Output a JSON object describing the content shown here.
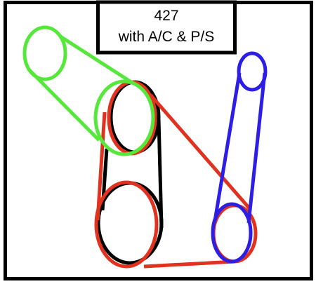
{
  "title": {
    "line1": "427",
    "line2": "with A/C & P/S"
  },
  "colors": {
    "frame": "#000000",
    "background": "#ffffff",
    "ac_belt": "#55e83a",
    "ps_belt": "#2d1ee6",
    "alternator_belt": "#e0321e",
    "water_pump_belt": "#000000"
  },
  "belts": [
    {
      "name": "ac-belt",
      "color": "green"
    },
    {
      "name": "power-steering-belt",
      "color": "blue"
    },
    {
      "name": "alternator-belt",
      "color": "red"
    },
    {
      "name": "water-pump-belt",
      "color": "black"
    }
  ]
}
